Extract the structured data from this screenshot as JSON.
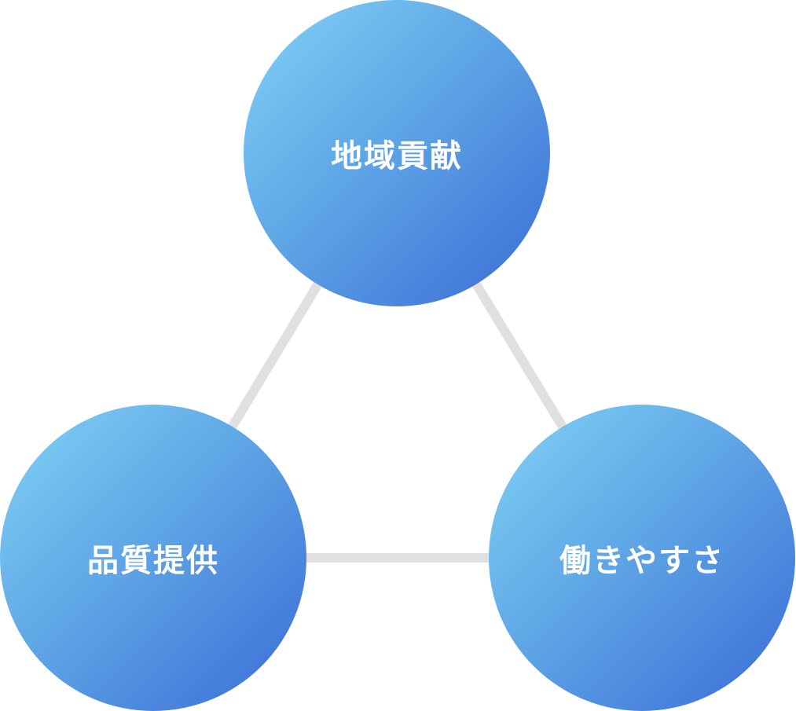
{
  "diagram": {
    "nodes": [
      {
        "label": "地域貢献"
      },
      {
        "label": "品質提供"
      },
      {
        "label": "働きやすさ"
      }
    ],
    "colors": {
      "gradient_start": "#82d3f6",
      "gradient_end": "#3a6bd6",
      "connector": "#e0e0e0",
      "text": "#ffffff"
    }
  }
}
